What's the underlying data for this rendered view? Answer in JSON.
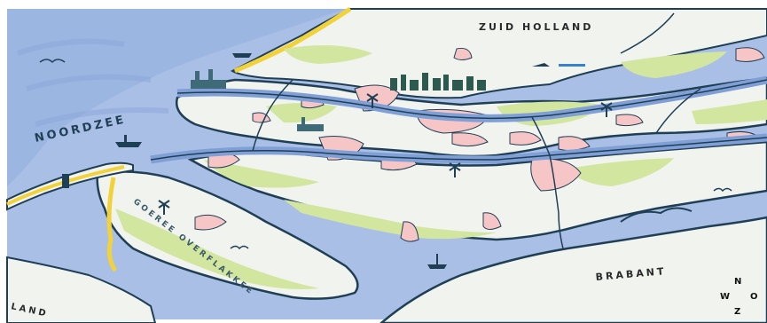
{
  "regions": {
    "sea": "NOORDZEE",
    "province_north": "ZUID HOLLAND",
    "province_south": "BRABANT",
    "island_southwest": "GOEREE OVERFLAKKEE",
    "bottom_left": "LAND"
  },
  "compass": {
    "n": "N",
    "w": "W",
    "o": "O",
    "z": "Z"
  },
  "colors": {
    "water": "#a9bfe6",
    "deep_water": "#7f9fd6",
    "land": "#f1f3ef",
    "polder": "#d3e6a0",
    "town": "#f6c6c6",
    "coast_dune": "#f2d23a",
    "outline": "#1f3f55"
  },
  "icons": [
    "windmill-icon",
    "ship-icon",
    "seagull-icon",
    "industry-icon",
    "city-icon",
    "lighthouse-icon",
    "plane-icon"
  ]
}
